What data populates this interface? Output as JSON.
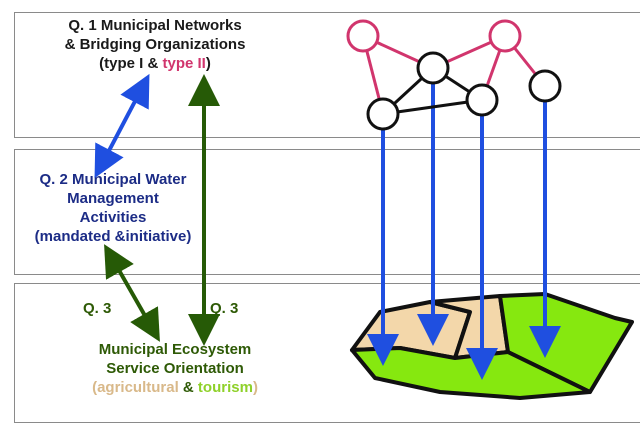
{
  "q1": {
    "line1": "Q. 1 Municipal Networks",
    "line2": "& Bridging Organizations",
    "paren_open": "(",
    "type1": "type I",
    "amp": " & ",
    "type2": "type II",
    "paren_close": ")"
  },
  "q2": {
    "line1": "Q. 2 Municipal Water",
    "line2": "Management",
    "line3": "Activities",
    "line4": "(mandated &initiative)"
  },
  "q3": {
    "label_left": "Q. 3",
    "label_right": "Q. 3",
    "line1": "Municipal Ecosystem",
    "line2": "Service Orientation",
    "paren_open": "(",
    "agri": "agricultural",
    "amp": " & ",
    "tourism": "tourism",
    "paren_close": ")"
  },
  "colors": {
    "blue_arrow": "#1f4fe0",
    "green_arrow": "#265a06",
    "pink_edge": "#d1356d",
    "black_edge": "#111111",
    "tan_parcel": "#f3d7aa",
    "green_parcel": "#86e80f"
  }
}
